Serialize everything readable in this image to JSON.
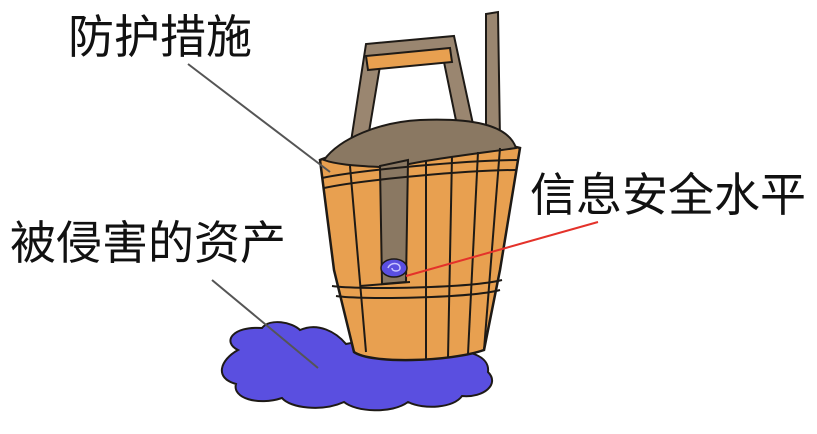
{
  "labels": {
    "protection_measures": "防护措施",
    "damaged_assets": "被侵害的资产",
    "security_level": "信息安全水平"
  },
  "colors": {
    "wood": "#e8a050",
    "wood_dark": "#c9843c",
    "interior": "#8a7862",
    "handle": "#9a8670",
    "water": "#5a4fe0",
    "outline": "#1e1a16",
    "pointer_line": "#555555",
    "level_line": "#e4322a"
  }
}
